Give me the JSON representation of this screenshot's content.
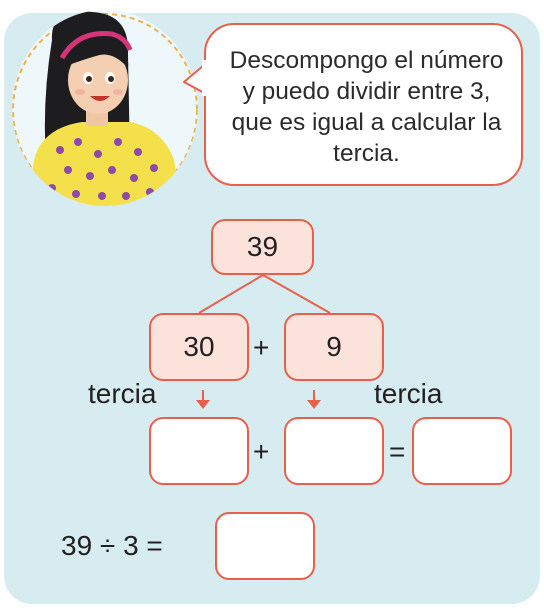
{
  "speech_bubble": {
    "text": "Descompongo el número y puedo dividir entre 3, que es igual a calcular la tercia."
  },
  "decomposition": {
    "total": "39",
    "part_a": "30",
    "part_b": "9",
    "plus_top": "+",
    "label_left": "tercia",
    "label_right": "tercia",
    "plus_bottom": "+",
    "equals": "="
  },
  "equation": {
    "text": "39 ÷ 3 ="
  },
  "icons": {
    "avatar": "girl-illustration",
    "arrows": "down-arrow-icon"
  },
  "colors": {
    "panel": "#d6ecf1",
    "accent": "#e8604c",
    "box_fill": "#fbe3dc"
  }
}
